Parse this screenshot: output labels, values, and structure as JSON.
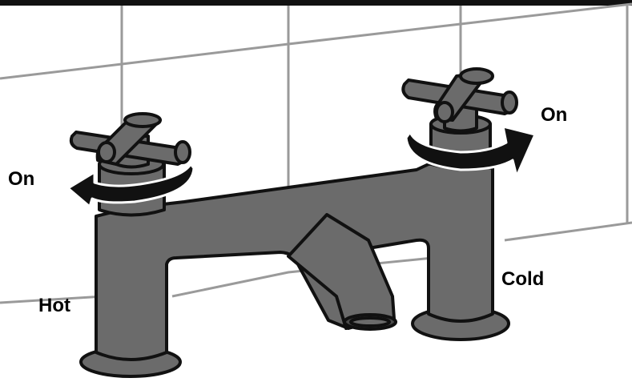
{
  "labels": {
    "hot_on": "On",
    "cold_on": "On",
    "hot": "Hot",
    "cold": "Cold"
  },
  "colors": {
    "metal": "#6b6b6b",
    "metal_dark": "#4a4a4a",
    "outline": "#111111",
    "tile_line": "#9a9a9a",
    "arrow": "#111111",
    "top_border": "#111111"
  },
  "icons": {
    "hot_arrow": "counter-clockwise-arrow-icon",
    "cold_arrow": "clockwise-arrow-icon"
  }
}
